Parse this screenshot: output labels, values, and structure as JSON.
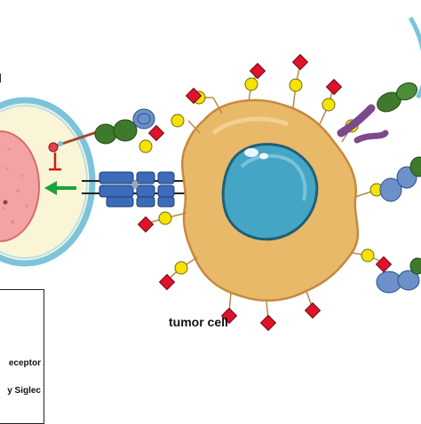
{
  "labels": {
    "left_cell_fragment": "l",
    "tumor_cell": "tumor cell"
  },
  "legend": {
    "items": [
      {
        "text": "eceptor"
      },
      {
        "text": "y Siglec"
      }
    ]
  },
  "colors": {
    "tumor_body": "#e9b96a",
    "tumor_outline": "#c58a3c",
    "nucleus": "#45a5c4",
    "immune_nucleus": "#ef8c8c",
    "membrane_bead": "#9fd4e6",
    "sialic_acid": "#e0122b",
    "galactose": "#f6e300",
    "siglec_green": "#3f7a2c",
    "siglec_blue": "#6c91c8",
    "receptor_blue": "#3c6cb8",
    "signal_arrow": "#1aa33a",
    "inhibit": "#d11a1a",
    "antibody_purple": "#7b4a8c"
  }
}
